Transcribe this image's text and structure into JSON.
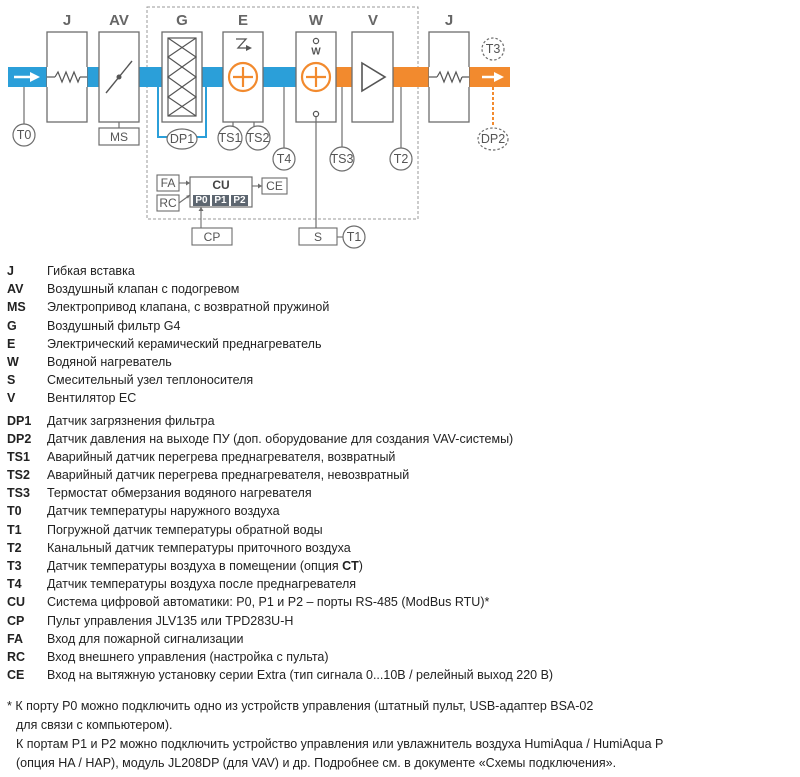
{
  "diagram": {
    "components": {
      "J1": "J",
      "AV": "AV",
      "G": "G",
      "E": "E",
      "W": "W",
      "V": "V",
      "J2": "J",
      "W_inner": "W",
      "MS": "MS",
      "CU": "CU",
      "S": "S",
      "CE": "CE",
      "CP": "CP",
      "FA": "FA",
      "RC": "RC",
      "P0": "P0",
      "P1": "P1",
      "P2": "P2"
    },
    "sensors": {
      "T0": "T0",
      "DP1": "DP1",
      "TS1": "TS1",
      "TS2": "TS2",
      "T4": "T4",
      "TS3": "TS3",
      "T2": "T2",
      "T3": "T3",
      "DP2": "DP2",
      "T1": "T1"
    },
    "colors": {
      "duct_blue": "#2b9fd9",
      "duct_orange": "#f28a2e",
      "outline": "#6d6d6d",
      "cu_port": "#5d6670"
    }
  },
  "legend": [
    {
      "code": "J",
      "text": "Гибкая вставка"
    },
    {
      "code": "AV",
      "text": "Воздушный клапан с подогревом"
    },
    {
      "code": "MS",
      "text": "Электропривод клапана, с возвратной пружиной"
    },
    {
      "code": "G",
      "text": "Воздушный фильтр G4"
    },
    {
      "code": "E",
      "text": "Электрический керамический преднагреватель"
    },
    {
      "code": "W",
      "text": "Водяной нагреватель"
    },
    {
      "code": "S",
      "text": "Смесительный узел теплоносителя"
    },
    {
      "code": "V",
      "text": "Вентилятор EC"
    }
  ],
  "legend2": [
    {
      "code": "DP1",
      "text": "Датчик загрязнения фильтра"
    },
    {
      "code": "DP2",
      "text": "Датчик давления на выходе ПУ (доп. оборудование для создания VAV-системы)"
    },
    {
      "code": "TS1",
      "text": "Аварийный датчик перегрева преднагревателя, возвратный"
    },
    {
      "code": "TS2",
      "text": "Аварийный датчик перегрева преднагревателя, невозвратный"
    },
    {
      "code": "TS3",
      "text": "Термостат обмерзания водяного нагревателя"
    },
    {
      "code": "T0",
      "text": "Датчик температуры наружного воздуха"
    },
    {
      "code": "T1",
      "text": "Погружной датчик температуры обратной воды"
    },
    {
      "code": "T2",
      "text": "Канальный датчик температуры приточного воздуха"
    },
    {
      "code": "T3",
      "text_a": "Датчик температуры воздуха в помещении (опция ",
      "text_b": "CT",
      "text_c": ")"
    },
    {
      "code": "T4",
      "text": "Датчик температуры воздуха после преднагревателя"
    },
    {
      "code": "CU",
      "text": "Система цифровой автоматики: P0, P1 и P2 – порты RS-485 (ModBus RTU)*"
    },
    {
      "code": "CP",
      "text": "Пульт управления JLV135 или TPD283U-H"
    },
    {
      "code": "FA",
      "text": "Вход для пожарной сигнализации"
    },
    {
      "code": "RC",
      "text": "Вход внешнего управления (настройка с пульта)"
    },
    {
      "code": "CE",
      "text": "Вход на вытяжную установку серии Extra (тип сигнала 0...10В / релейный выход 220 В)"
    }
  ],
  "footnote": {
    "line1": "* К порту P0 можно подключить одно из устройств управления (штатный пульт, USB-адаптер BSA-02",
    "line2": "для связи с компьютером).",
    "line3": "К портам P1 и P2 можно подключить устройство управления или увлажнитель воздуха HumiAqua /  HumiAqua P",
    "line4": "(опция HA / HAP), модуль JL208DP (для VAV) и др. Подробнее см. в документе «Схемы подключения»."
  }
}
